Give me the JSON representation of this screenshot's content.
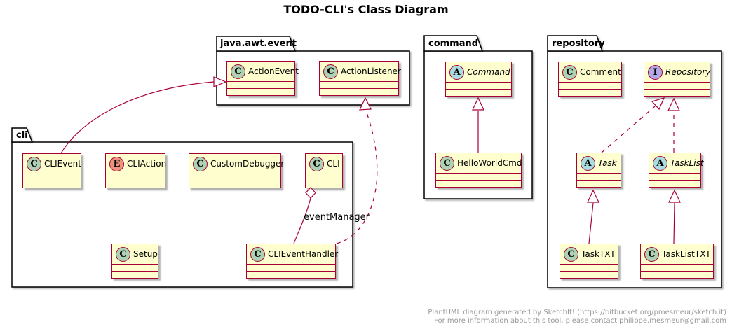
{
  "title": "TODO-CLI's Class Diagram",
  "packages": {
    "java_awt_event": {
      "label": "java.awt.event",
      "classes": {
        "ActionEvent": {
          "name": "ActionEvent",
          "spot": "C"
        },
        "ActionListener": {
          "name": "ActionListener",
          "spot": "C"
        }
      }
    },
    "command": {
      "label": "command",
      "classes": {
        "Command": {
          "name": "Command",
          "spot": "A"
        },
        "HelloWorldCmd": {
          "name": "HelloWorldCmd",
          "spot": "C"
        }
      }
    },
    "repository": {
      "label": "repository",
      "classes": {
        "Comment": {
          "name": "Comment",
          "spot": "C"
        },
        "Repository": {
          "name": "Repository",
          "spot": "I"
        },
        "Task": {
          "name": "Task",
          "spot": "A"
        },
        "TaskList": {
          "name": "TaskList",
          "spot": "A"
        },
        "TaskTXT": {
          "name": "TaskTXT",
          "spot": "C"
        },
        "TaskListTXT": {
          "name": "TaskListTXT",
          "spot": "C"
        }
      }
    },
    "cli": {
      "label": "cli",
      "classes": {
        "CLIEvent": {
          "name": "CLIEvent",
          "spot": "C"
        },
        "CLIAction": {
          "name": "CLIAction",
          "spot": "E"
        },
        "CustomDebugger": {
          "name": "CustomDebugger",
          "spot": "C"
        },
        "CLI": {
          "name": "CLI",
          "spot": "C"
        },
        "Setup": {
          "name": "Setup",
          "spot": "C"
        },
        "CLIEventHandler": {
          "name": "CLIEventHandler",
          "spot": "C"
        }
      }
    }
  },
  "relations": {
    "eventManager_label": "eventManager"
  },
  "footer": {
    "line1": "PlantUML diagram generated by SketchIt! (https://bitbucket.org/pmesmeur/sketch.it)",
    "line2": "For more information about this tool, please contact philippe.mesmeur@gmail.com"
  },
  "colors": {
    "line": "#A80036",
    "box_fill": "#FEFECE",
    "package_border": "#000000",
    "spot_class": "#ADD1B2",
    "spot_abstract": "#A9DCDF",
    "spot_interface": "#B4A7E5",
    "spot_enum": "#EB937F",
    "footer_text": "#999999"
  }
}
